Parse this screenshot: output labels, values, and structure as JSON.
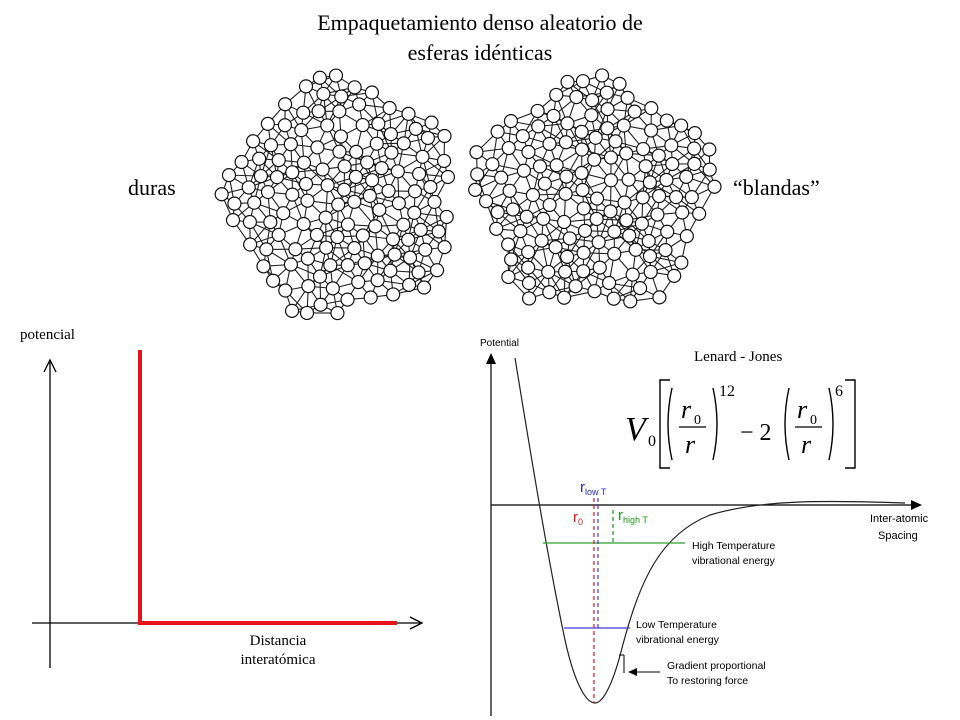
{
  "title": {
    "line1": "Empaquetamiento denso aleatorio de",
    "line2": "esferas idénticas"
  },
  "packing": {
    "label_left": "duras",
    "label_right": "“blandas”"
  },
  "hard_sphere_plot": {
    "ylabel": "potencial",
    "xlabel_line1": "Distancia",
    "xlabel_line2": "interatómica",
    "curve_color": "#e8141b"
  },
  "lj_plot": {
    "heading": "Lenard - Jones",
    "ylabel": "Potential",
    "xlabel_line1": "Inter-atomic",
    "xlabel_line2": "Spacing",
    "r_low_T": {
      "base": "r",
      "sub": "low T",
      "color": "#2a2ab4"
    },
    "r_0": {
      "base": "r",
      "sub": "0",
      "color": "#e8141b"
    },
    "r_high_T": {
      "base": "r",
      "sub": "high T",
      "color": "#1a9a1a"
    },
    "high_T_line1": "High Temperature",
    "high_T_line2": "vibrational energy",
    "high_T_color": "#2ca02c",
    "low_T_line1": "Low Temperature",
    "low_T_line2": "vibrational energy",
    "low_T_color": "#3b3bd6",
    "gradient_line1": "Gradient proportional",
    "gradient_line2": "To restoring force",
    "formula": {
      "V": "V",
      "V_sub": "0",
      "r0": "r",
      "r0_sub": "0",
      "r": "r",
      "exp12": "12",
      "minus2": "− 2",
      "exp6": "6"
    }
  }
}
